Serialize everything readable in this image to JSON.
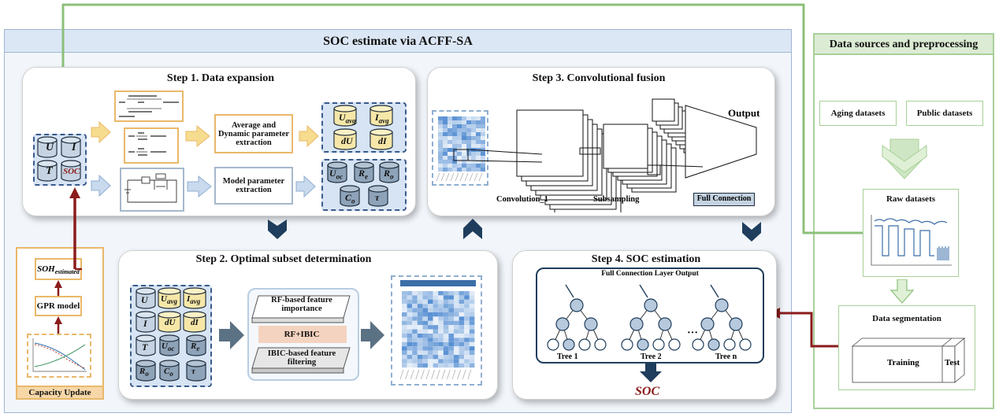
{
  "main_panel": {
    "title": "SOC estimate via ACFF-SA"
  },
  "right_panel": {
    "title": "Data sources and preprocessing",
    "aging_datasets": "Aging datasets",
    "public_datasets": "Public datasets",
    "raw_datasets": "Raw datasets",
    "data_segmentation": "Data segmentation",
    "training": "Training",
    "test": "Test"
  },
  "step1": {
    "title": "Step 1. Data expansion",
    "avg_dynamic": "Average and Dynamic parameter extraction",
    "model_param": "Model parameter extraction",
    "input_vars": [
      "U",
      "I",
      "T",
      "SOC"
    ],
    "avg_vars": [
      "U_avg",
      "I_avg",
      "dU",
      "dI"
    ],
    "model_vars": [
      "U_oc",
      "R_e",
      "R_o",
      "C_o",
      "τ"
    ]
  },
  "step2": {
    "title": "Step 2. Optimal subset determination",
    "rf_importance": "RF-based feature importance",
    "rf_ibic": "RF+IBIC",
    "ibic_filter": "IBIC-based feature filtering",
    "vars": [
      "U",
      "U_avg",
      "I_avg",
      "I",
      "dU",
      "dI",
      "T",
      "U_oc",
      "R_e",
      "R_o",
      "C_o",
      "τ"
    ]
  },
  "step3": {
    "title": "Step 3. Convolutional fusion",
    "output": "Output",
    "convolution": "Convolution_1",
    "subsampling": "Subsampling",
    "full_connection": "Full Connection"
  },
  "step4": {
    "title": "Step 4. SOC estimation",
    "fc_output": "Full Connection Layer Output",
    "tree1": "Tree 1",
    "tree2": "Tree 2",
    "treen": "Tree n",
    "ellipsis": "···",
    "soc": "SOC"
  },
  "left_column": {
    "soh": "SOH",
    "soh_sub": "estimated",
    "gpr": "GPR model",
    "capacity_update": "Capacity Update"
  },
  "colors": {
    "panel_blue_bg": "#eef3fa",
    "header_blue": "#dce7f5",
    "green_border": "#8cc07a",
    "green_header": "#dcebd3",
    "navy_arrow": "#1f3d5c",
    "dark_red": "#8b1c1c",
    "orange_border": "#e9b86a",
    "cyl_blue": "#c5d3e2",
    "cyl_yellow": "#f6e7a8",
    "cyl_gray": "#8ea3b8"
  }
}
